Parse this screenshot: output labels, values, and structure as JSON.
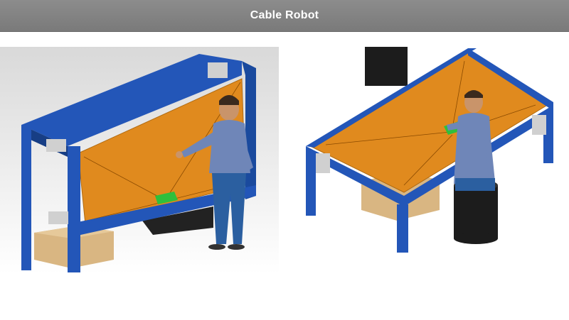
{
  "header": {
    "title": "Cable Robot"
  },
  "figures": [
    {
      "name": "vertical-cable-robot"
    },
    {
      "name": "horizontal-cable-robot"
    }
  ],
  "colors": {
    "frame": "#1f4fa8",
    "plate": "#e08a1e",
    "end_effector": "#2fbf3c",
    "box": "#d9b682",
    "person_shirt": "#6f86b8",
    "person_pants": "#2b5fa0",
    "cylinder": "#1c1c1c"
  }
}
